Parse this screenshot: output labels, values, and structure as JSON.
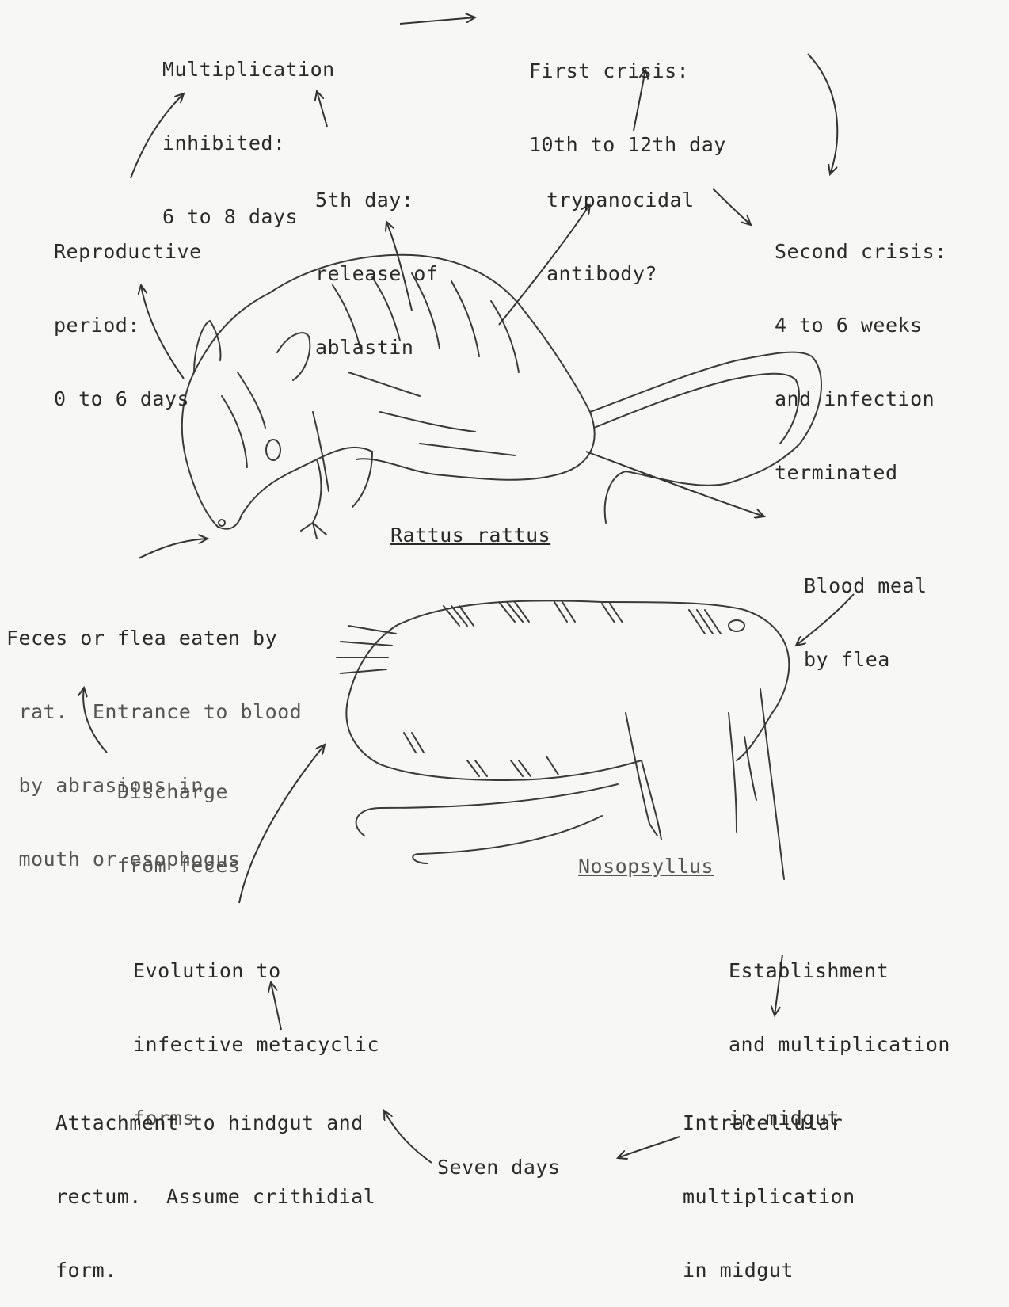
{
  "labels": {
    "multiplication_inhibited": [
      "Multiplication",
      "inhibited:",
      "6 to 8 days"
    ],
    "first_crisis": [
      "First crisis:",
      "10th to 12th day"
    ],
    "fifth_day": [
      "5th day:",
      "release of",
      "ablastin"
    ],
    "trypanocidal": [
      "trypanocidal",
      "antibody?"
    ],
    "reproductive_period": [
      "Reproductive",
      "period:",
      "0 to 6 days"
    ],
    "second_crisis": [
      "Second crisis:",
      "4 to 6 weeks",
      "and infection",
      "terminated"
    ],
    "rattus": "Rattus rattus",
    "blood_meal": [
      "Blood meal",
      "by flea"
    ],
    "feces_eaten": [
      "Feces or flea eaten by",
      " rat.  Entrance to blood",
      " by abrasions in",
      " mouth or esophogus"
    ],
    "discharge": [
      "Discharge",
      "from feces"
    ],
    "nosopsyllus": "Nosopsyllus",
    "evolution": [
      "Evolution to",
      "infective metacyclic",
      "forms"
    ],
    "establishment": [
      "Establishment",
      "and multiplication",
      "in midgut"
    ],
    "attachment": [
      "Attachment to hindgut and",
      "rectum.  Assume crithidial",
      "form."
    ],
    "intracellular": [
      "Intracellular",
      "multiplication",
      "in midgut"
    ],
    "seven_days": "Seven days"
  }
}
